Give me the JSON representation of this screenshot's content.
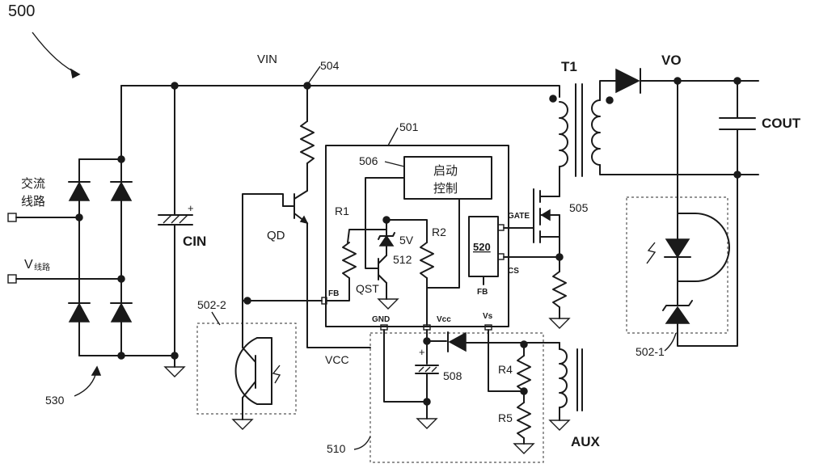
{
  "figure_number": "500",
  "nets": {
    "vin": "VIN",
    "vcc": "VCC",
    "vo": "VO"
  },
  "refs": {
    "n504": "504",
    "n501": "501",
    "n506": "506",
    "n505": "505",
    "n512": "512",
    "n508": "508",
    "n510": "510",
    "n530": "530",
    "n502_1": "502-1",
    "n502_2": "502-2"
  },
  "components": {
    "t1": "T1",
    "cout": "COUT",
    "cin": "CIN",
    "qd": "QD",
    "qst": "QST",
    "r1": "R1",
    "r2": "R2",
    "r4": "R4",
    "r5": "R5",
    "zener": "5V",
    "aux": "AUX",
    "plus": "+"
  },
  "ic": {
    "startup_line1": "启动",
    "startup_line2": "控制",
    "controller": "520",
    "pins": {
      "gate": "GATE",
      "cs": "CS",
      "fb_ctrl": "FB",
      "fb": "FB",
      "gnd": "GND",
      "vcc": "Vcc",
      "vs": "Vs"
    }
  },
  "inputs": {
    "ac_line1": "交流",
    "ac_line2": "线路",
    "vline_v": "V",
    "vline_sub": "线路"
  }
}
